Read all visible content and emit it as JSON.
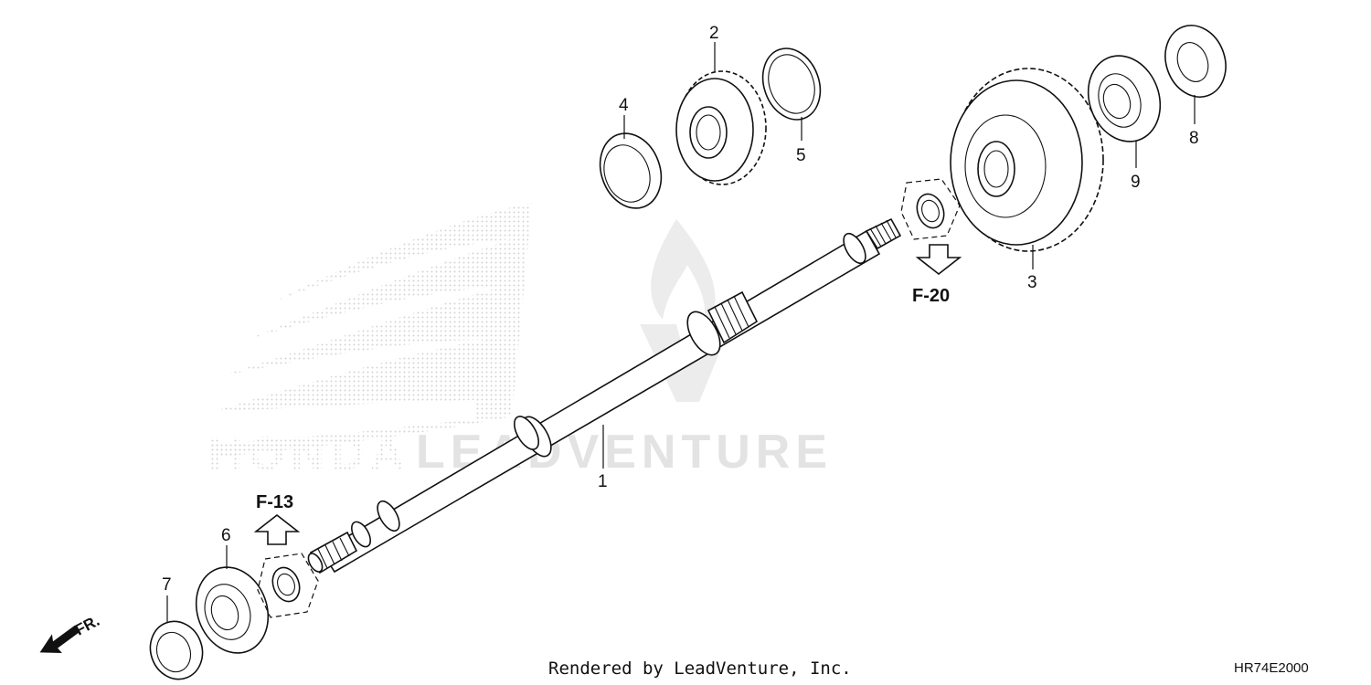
{
  "watermark": {
    "brand_text": "HONDA",
    "dealer_text": "LEADVENTURE"
  },
  "callouts": [
    "1",
    "2",
    "3",
    "4",
    "5",
    "6",
    "7",
    "8",
    "9"
  ],
  "references": {
    "f13": "F-13",
    "f20": "F-20"
  },
  "direction_label": "FR.",
  "footer": {
    "rendered_by": "Rendered by LeadVenture, Inc.",
    "diagram_code": "HR74E2000"
  },
  "colors": {
    "line": "#111111",
    "watermark": "#e3e3e3",
    "background": "#ffffff"
  }
}
